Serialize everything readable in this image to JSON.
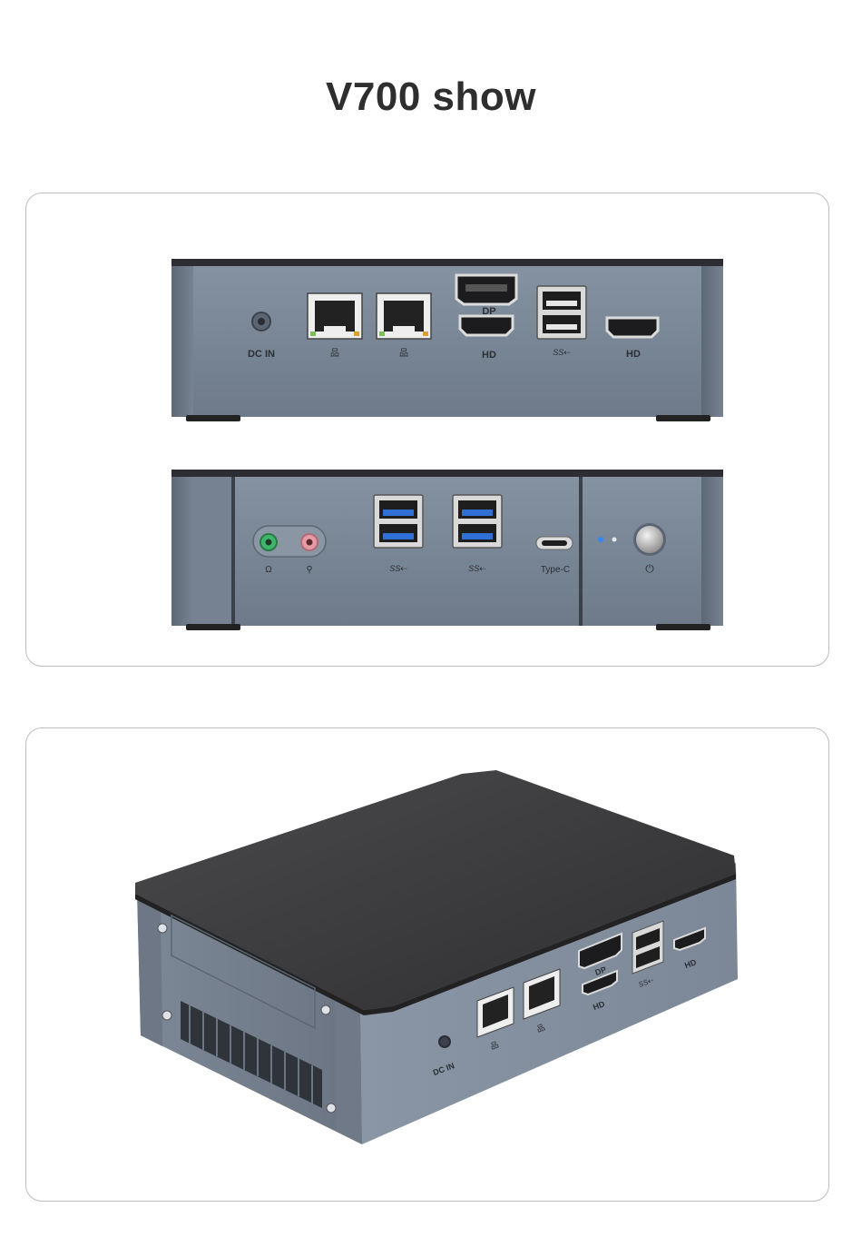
{
  "title": "V700 show",
  "rear": {
    "dc_label": "DC IN",
    "dp_label": "DP",
    "hdmi_label_1": "HD",
    "hdmi_label_2": "HD"
  },
  "front": {
    "typec_label": "Type-C"
  },
  "iso": {
    "dc_label": "DC IN",
    "dp_label": "DP",
    "hdmi_label_1": "HD",
    "hdmi_label_2": "HD"
  },
  "colors": {
    "body": "#7d8999",
    "top": "#3a3a3c",
    "usb_blue": "#2f6fd6",
    "led_blue": "#2f8cff"
  }
}
